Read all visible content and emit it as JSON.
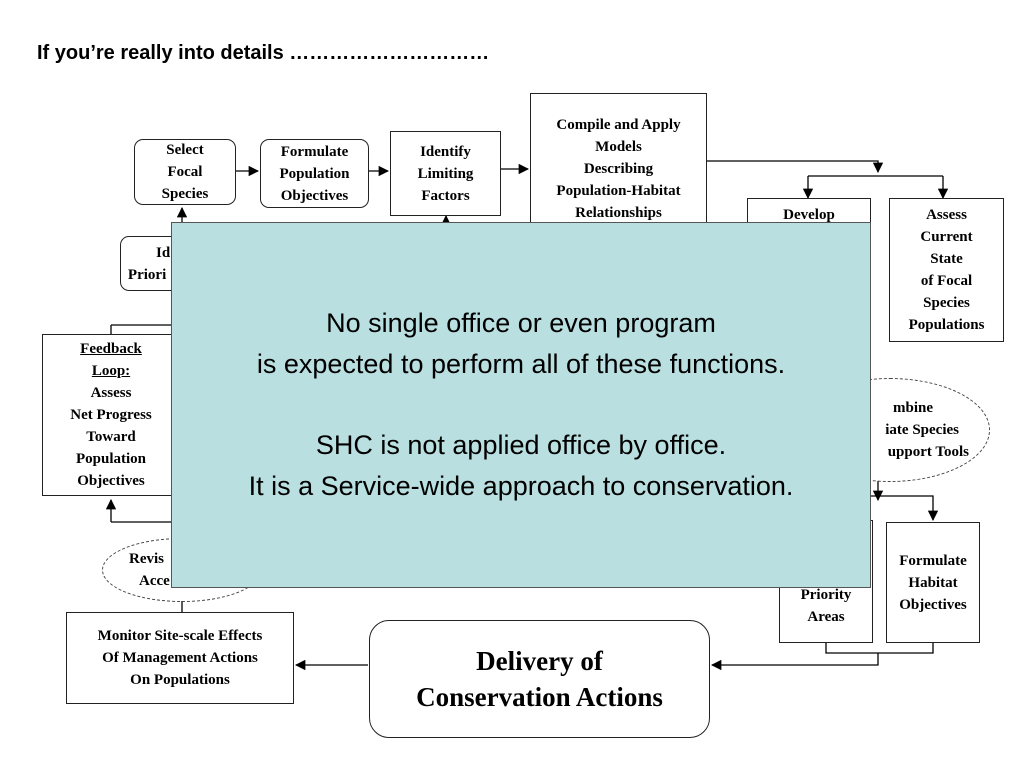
{
  "slide": {
    "title": "If you’re really into details …………………………"
  },
  "diagram": {
    "nodes": {
      "select_focal_species": [
        "Select",
        "Focal",
        "Species"
      ],
      "formulate_population_objectives": [
        "Formulate",
        "Population",
        "Objectives"
      ],
      "identify_limiting_factors": [
        "Identify",
        "Limiting",
        "Factors"
      ],
      "compile_models": [
        "Compile and Apply",
        "Models",
        "Describing",
        "Population-Habitat",
        "Relationships"
      ],
      "develop": [
        "Develop"
      ],
      "assess_current_state": [
        "Assess",
        "Current",
        "State",
        "of Focal",
        "Species",
        "Populations"
      ],
      "identify_priority_partial": [
        "Id",
        "Priori"
      ],
      "feedback_loop": {
        "heading": "Feedback",
        "heading2": "Loop:",
        "lines": [
          "Assess",
          "Net Progress",
          "Toward",
          "Population",
          "Objectives"
        ]
      },
      "combine_tools_partial": [
        "mbine",
        "iate Species",
        "upport Tools"
      ],
      "revise_partial": [
        "Revis",
        "Acce"
      ],
      "priority_areas_partial": [
        "Priority",
        "Areas"
      ],
      "formulate_habitat_objectives": [
        "Formulate",
        "Habitat",
        "Objectives"
      ],
      "monitor_effects": [
        "Monitor Site-scale Effects",
        "Of Management Actions",
        "On Populations"
      ],
      "delivery": [
        "Delivery of",
        "Conservation Actions"
      ]
    }
  },
  "overlay": {
    "line1": "No single office or even program",
    "line2": "is expected to perform all of these functions.",
    "line3": "SHC is not applied office by office.",
    "line4": "It is a Service-wide approach to conservation."
  }
}
